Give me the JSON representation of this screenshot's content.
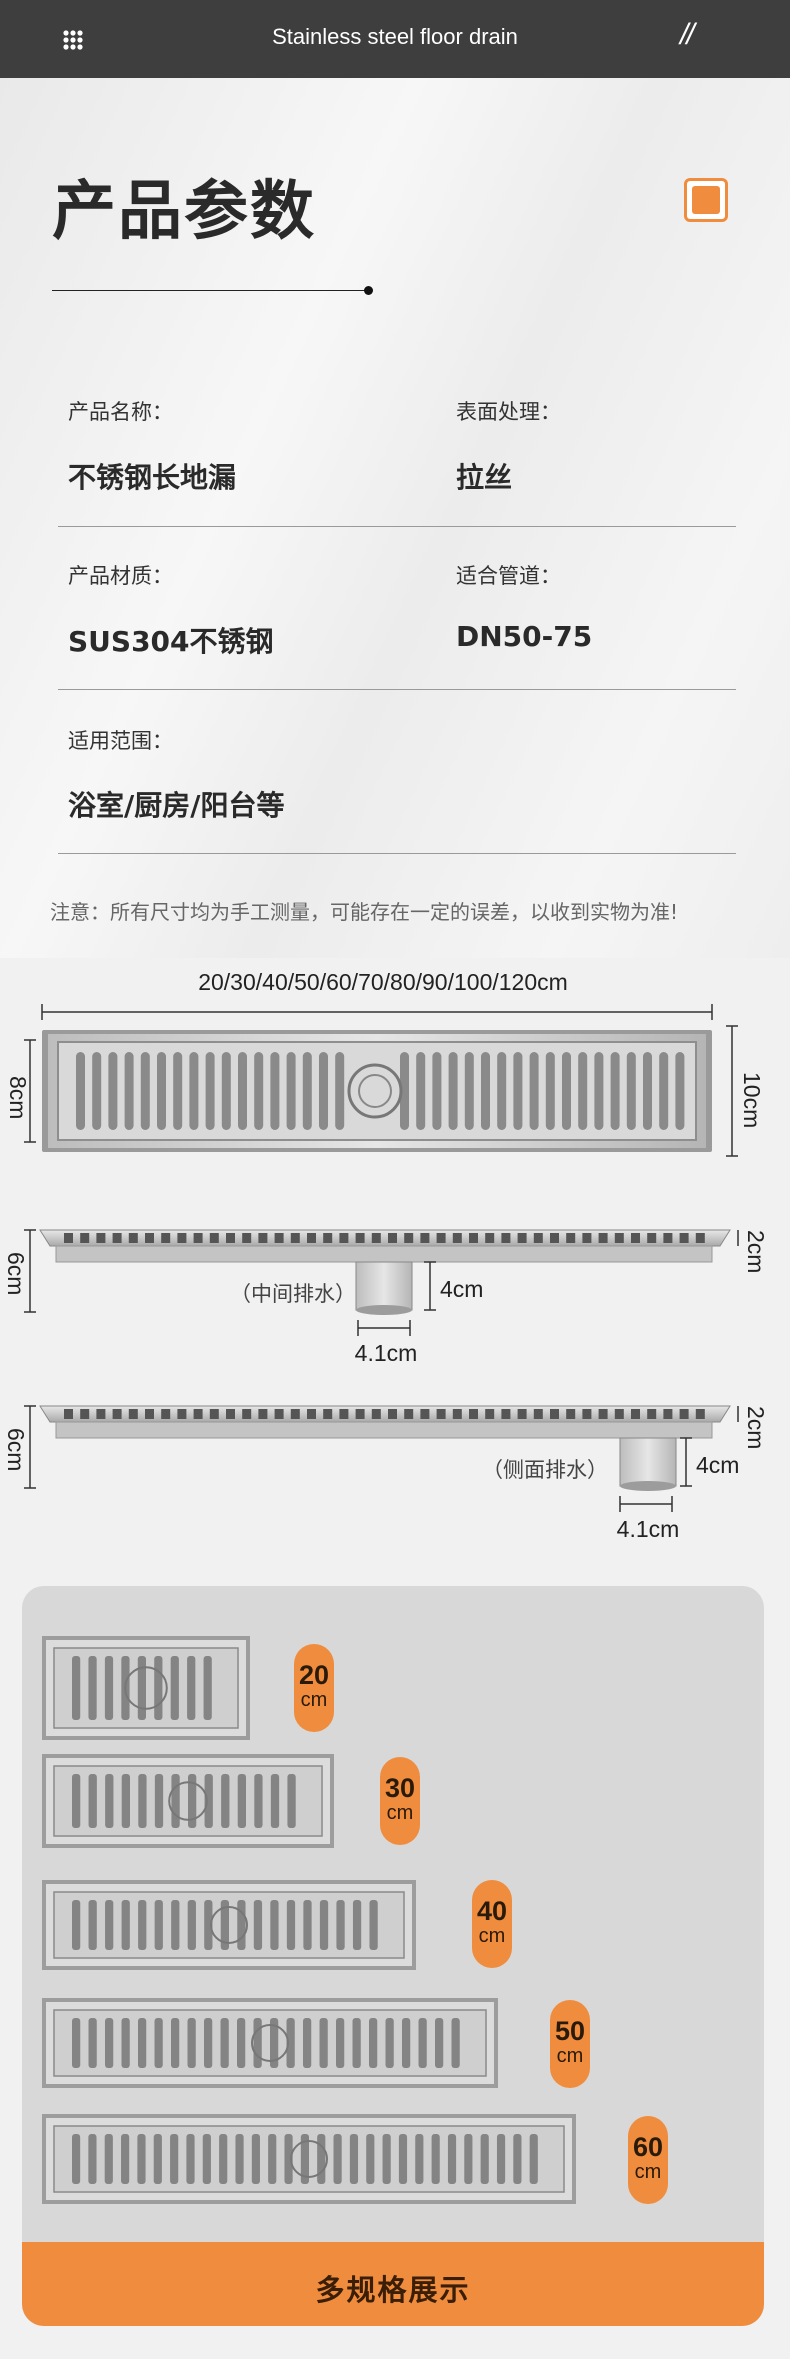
{
  "topbar": {
    "title": "Stainless steel floor drain",
    "slashes": "//",
    "menu_icon": "grid-menu-icon"
  },
  "section": {
    "title": "产品参数",
    "badge_color": "#f08c3d"
  },
  "specs": [
    {
      "label": "产品名称：",
      "value": "不锈钢长地漏"
    },
    {
      "label": "表面处理：",
      "value": "拉丝"
    },
    {
      "label": "产品材质：",
      "value": "SUS304不锈钢"
    },
    {
      "label": "适合管道：",
      "value": "DN50-75"
    },
    {
      "label": "适用范围：",
      "value": "浴室/厨房/阳台等"
    }
  ],
  "note": "注意：所有尺寸均为手工测量，可能存在一定的误差，以收到实物为准!",
  "dimensions": {
    "length": "20/30/40/50/60/70/80/90/100/120cm",
    "grate_width": "8cm",
    "frame_width": "10cm",
    "body_height": "6cm",
    "top_height": "2cm",
    "outlet_height": "4cm",
    "outlet_diameter": "4.1cm",
    "center_drain": "（中间排水）",
    "side_drain": "（侧面排水）"
  },
  "sizes": [
    {
      "num": "20",
      "unit": "cm"
    },
    {
      "num": "30",
      "unit": "cm"
    },
    {
      "num": "40",
      "unit": "cm"
    },
    {
      "num": "50",
      "unit": "cm"
    },
    {
      "num": "60",
      "unit": "cm"
    }
  ],
  "footer": {
    "label": "多规格展示"
  },
  "colors": {
    "accent": "#f08c3d",
    "topbar": "#3e3e3e",
    "panel": "#d8d8d8"
  }
}
